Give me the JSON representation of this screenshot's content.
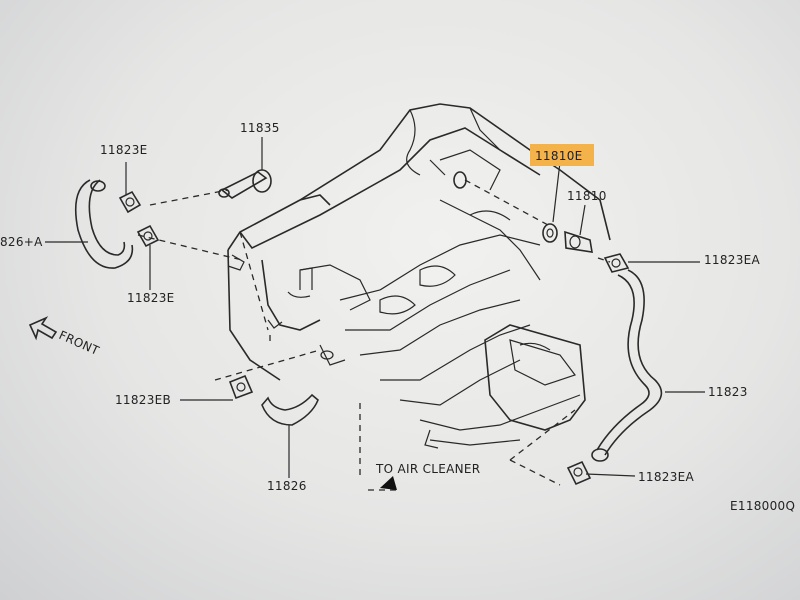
{
  "labels": {
    "p11835": "11835",
    "p11823E_top": "11823E",
    "p11823E_bottom": "11823E",
    "p11826A": "826+A",
    "p11810E": "11810E",
    "p11810": "11810",
    "p11823EA_top": "11823EA",
    "p11823": "11823",
    "p11823EB": "11823EB",
    "p11823EA_bottom": "11823EA",
    "p11826": "11826",
    "to_air_cleaner": "TO AIR CLEANER",
    "front": "FRONT",
    "diagram_code": "E118000Q"
  },
  "colors": {
    "highlight": "#f4b24a",
    "ink": "#2a2a2a"
  }
}
